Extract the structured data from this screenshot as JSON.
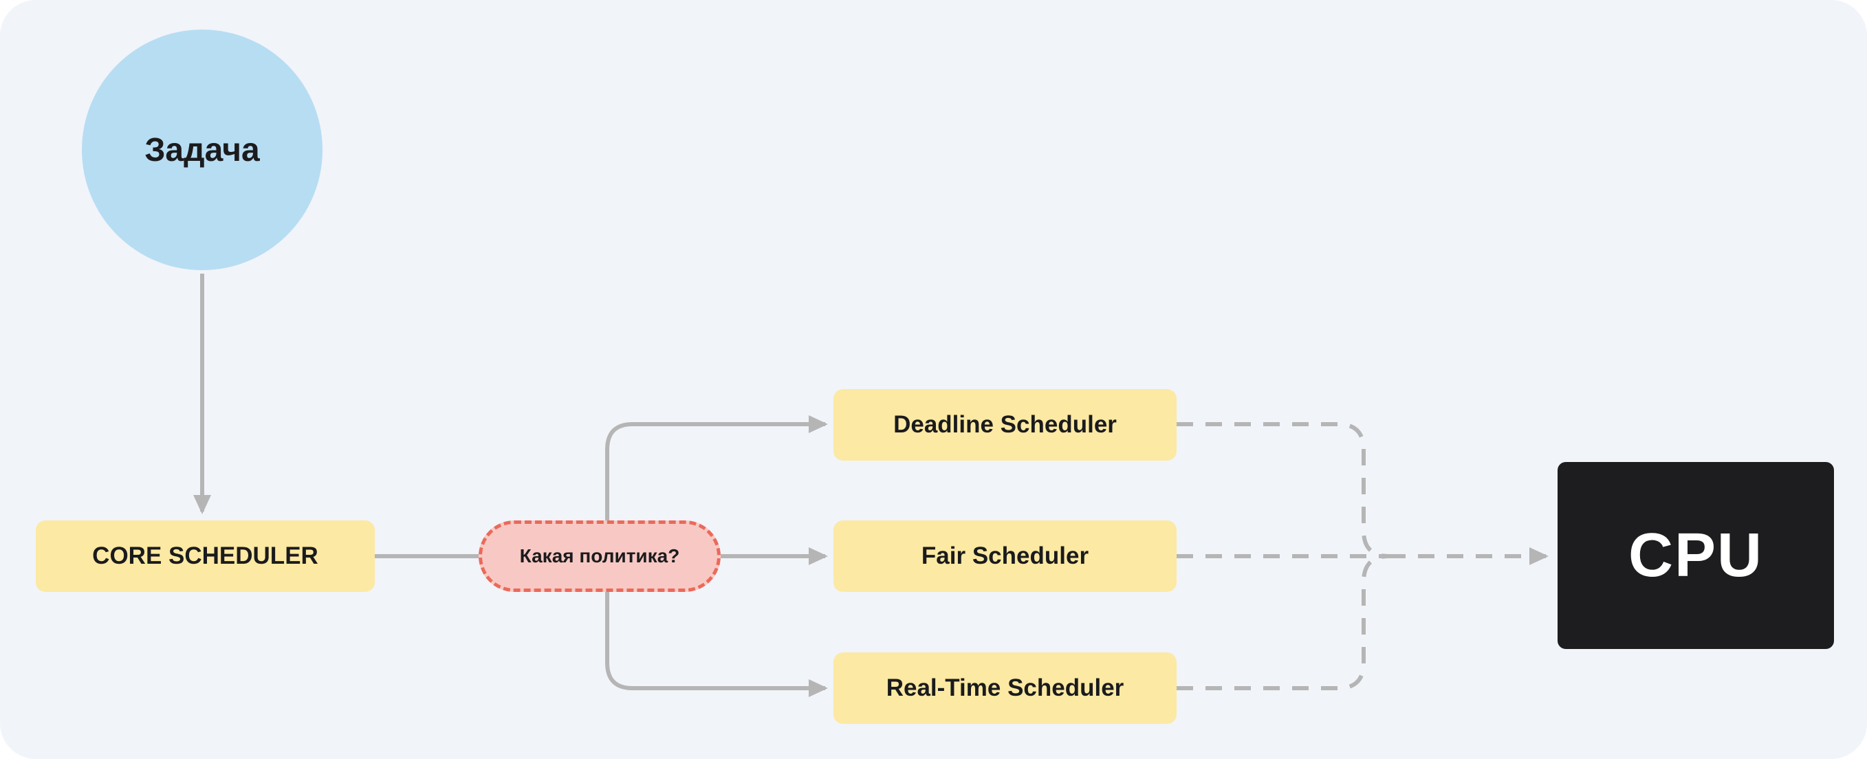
{
  "diagram": {
    "task_label": "Задача",
    "core_scheduler_label": "CORE SCHEDULER",
    "decision_label": "Какая политика?",
    "schedulers": [
      {
        "label": "Deadline Scheduler"
      },
      {
        "label": "Fair Scheduler"
      },
      {
        "label": "Real-Time Scheduler"
      }
    ],
    "cpu_label": "CPU"
  },
  "colors": {
    "background": "#f1f4f9",
    "node_blue": "#b7ddf3",
    "node_yellow": "#fce9a3",
    "decision_fill": "#f8c9c4",
    "decision_border": "#ea6a5a",
    "connector": "#b5b5b5",
    "cpu_bg": "#1d1d1f",
    "cpu_text": "#ffffff",
    "text": "#1b1b1d"
  }
}
